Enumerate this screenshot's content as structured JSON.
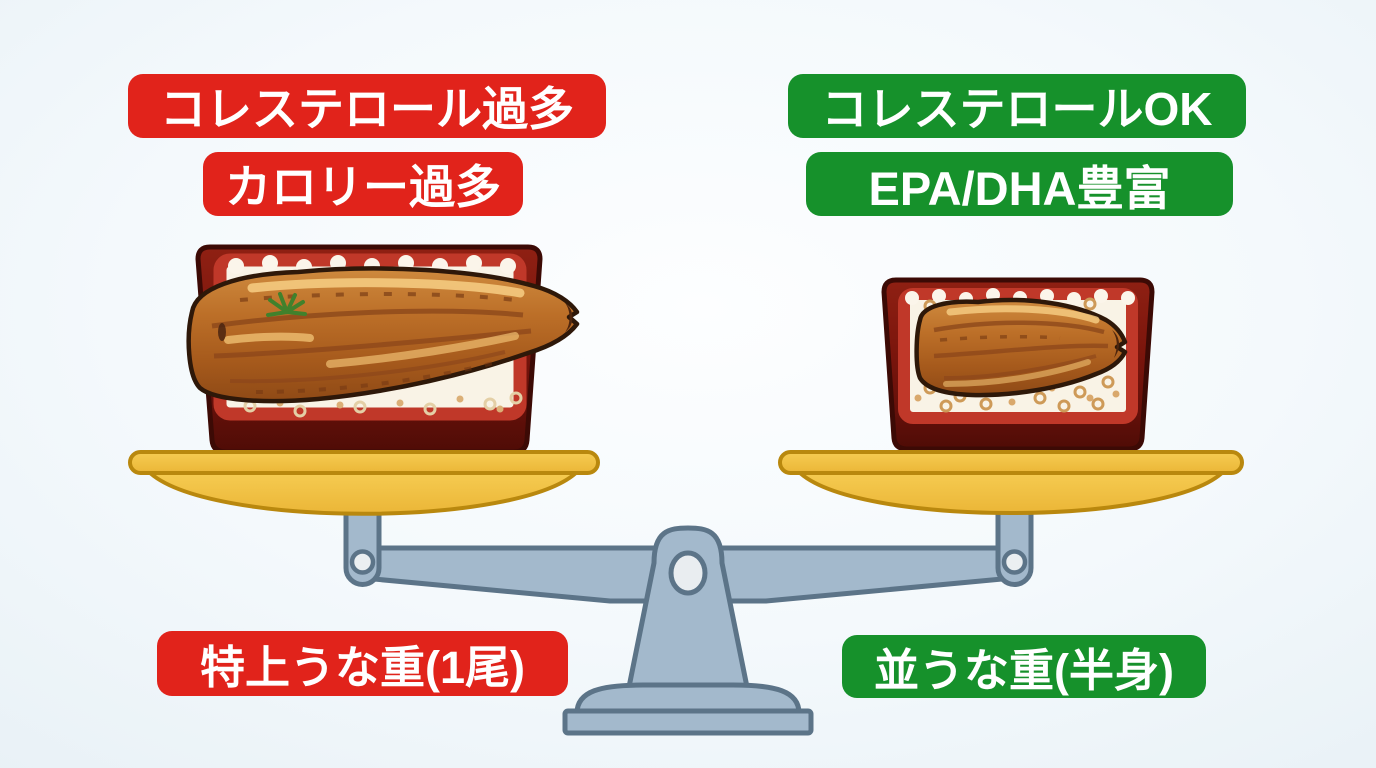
{
  "left": {
    "badges": [
      {
        "label": "コレステロール過多"
      },
      {
        "label": "カロリー過多"
      }
    ],
    "caption": "特上うな重(1尾)",
    "theme_color": "#E1231B"
  },
  "right": {
    "badges": [
      {
        "label": "コレステロールOK"
      },
      {
        "label": "EPA/DHA豊富"
      }
    ],
    "caption": "並うな重(半身)",
    "theme_color": "#16912B"
  },
  "colors": {
    "badge_negative": "#E1231B",
    "badge_positive": "#16912B",
    "badge_text": "#FFFFFF",
    "pan_gold": "#F2C445",
    "pan_outline": "#B9880E",
    "metal": "#A3B9CC",
    "metal_outline": "#5C7488",
    "lacquer_outer": "#6E130C",
    "lacquer_rim": "#C03829",
    "rice": "#F9F3E6",
    "eel_glaze": "#B06224",
    "background_edge": "#E4EEF4",
    "background_center": "#FDFEFF"
  },
  "icons": {
    "balance_scale": "balance-scale-icon",
    "unagi_box_large": "unagi-jubako-large-icon",
    "unagi_box_small": "unagi-jubako-small-icon",
    "eel_fillet": "eel-fillet-icon",
    "garnish": "sansho-garnish-icon"
  }
}
